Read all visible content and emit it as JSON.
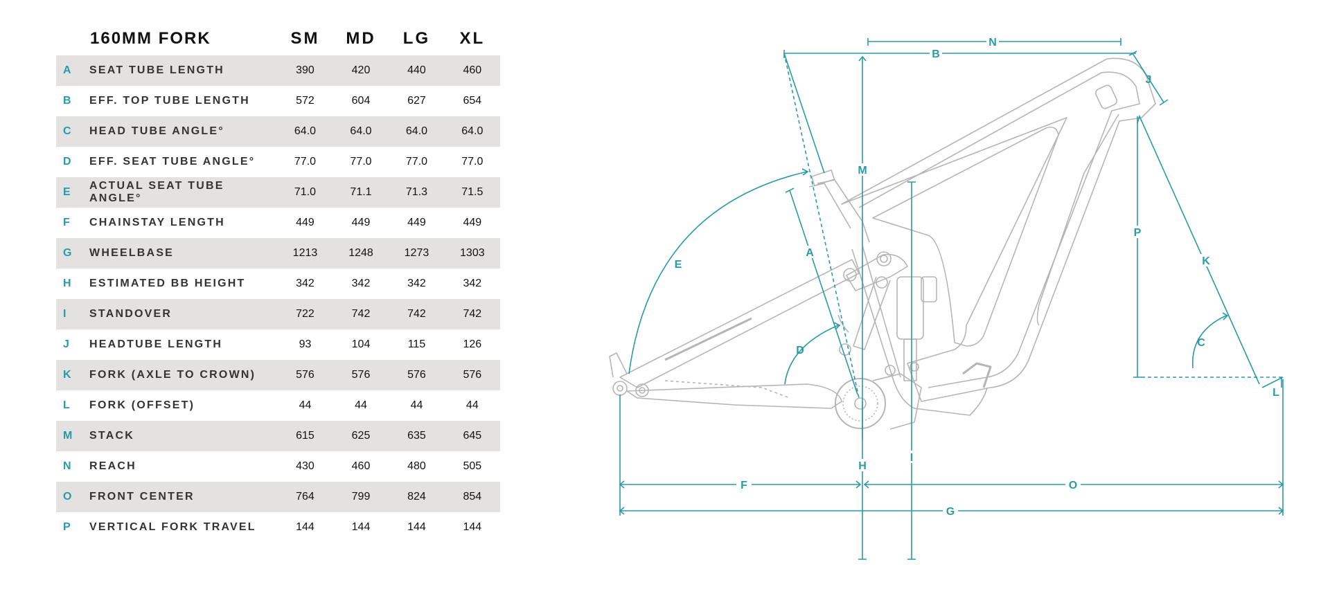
{
  "table": {
    "title": "160MM FORK",
    "sizes": [
      "SM",
      "MD",
      "LG",
      "XL"
    ],
    "rows": [
      {
        "letter": "A",
        "label": "SEAT TUBE LENGTH",
        "values": [
          "390",
          "420",
          "440",
          "460"
        ]
      },
      {
        "letter": "B",
        "label": "EFF. TOP TUBE LENGTH",
        "values": [
          "572",
          "604",
          "627",
          "654"
        ]
      },
      {
        "letter": "C",
        "label": "HEAD TUBE ANGLE°",
        "values": [
          "64.0",
          "64.0",
          "64.0",
          "64.0"
        ]
      },
      {
        "letter": "D",
        "label": "EFF. SEAT TUBE ANGLE°",
        "values": [
          "77.0",
          "77.0",
          "77.0",
          "77.0"
        ]
      },
      {
        "letter": "E",
        "label": "ACTUAL SEAT TUBE ANGLE°",
        "values": [
          "71.0",
          "71.1",
          "71.3",
          "71.5"
        ]
      },
      {
        "letter": "F",
        "label": "CHAINSTAY LENGTH",
        "values": [
          "449",
          "449",
          "449",
          "449"
        ]
      },
      {
        "letter": "G",
        "label": "WHEELBASE",
        "values": [
          "1213",
          "1248",
          "1273",
          "1303"
        ]
      },
      {
        "letter": "H",
        "label": "ESTIMATED BB HEIGHT",
        "values": [
          "342",
          "342",
          "342",
          "342"
        ]
      },
      {
        "letter": "I",
        "label": "STANDOVER",
        "values": [
          "722",
          "742",
          "742",
          "742"
        ]
      },
      {
        "letter": "J",
        "label": "HEADTUBE LENGTH",
        "values": [
          "93",
          "104",
          "115",
          "126"
        ]
      },
      {
        "letter": "K",
        "label": "FORK (AXLE TO CROWN)",
        "values": [
          "576",
          "576",
          "576",
          "576"
        ]
      },
      {
        "letter": "L",
        "label": "FORK (OFFSET)",
        "values": [
          "44",
          "44",
          "44",
          "44"
        ]
      },
      {
        "letter": "M",
        "label": "STACK",
        "values": [
          "615",
          "625",
          "635",
          "645"
        ]
      },
      {
        "letter": "N",
        "label": "REACH",
        "values": [
          "430",
          "460",
          "480",
          "505"
        ]
      },
      {
        "letter": "O",
        "label": "FRONT CENTER",
        "values": [
          "764",
          "799",
          "824",
          "854"
        ]
      },
      {
        "letter": "P",
        "label": "VERTICAL FORK TRAVEL",
        "values": [
          "144",
          "144",
          "144",
          "144"
        ]
      }
    ]
  },
  "diagram": {
    "dimension_labels": {
      "A": "A",
      "B": "B",
      "C": "C",
      "D": "D",
      "E": "E",
      "F": "F",
      "G": "G",
      "H": "H",
      "I": "I",
      "J": "J",
      "K": "K",
      "L": "L",
      "M": "M",
      "N": "N",
      "O": "O",
      "P": "P"
    },
    "colors": {
      "dimension": "#2a9aa6",
      "frame": "#b5b5b5",
      "frame_dark": "#8a8a8a"
    }
  }
}
